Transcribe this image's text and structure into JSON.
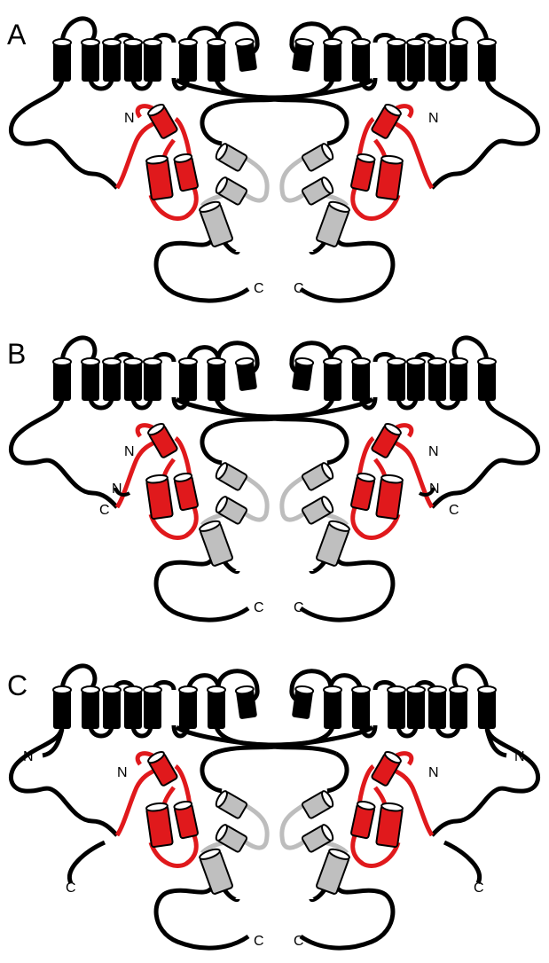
{
  "figure": {
    "panels": [
      {
        "letter": "A",
        "n_left": "N",
        "n_right": "N",
        "c_inner_left": "C",
        "c_inner_right": "C"
      },
      {
        "letter": "B",
        "n_left": "N",
        "n_right": "N",
        "n2_left": "N",
        "n2_right": "N",
        "c_outer_left": "C",
        "c_outer_right": "C",
        "c_inner_left": "C",
        "c_inner_right": "C"
      },
      {
        "letter": "C",
        "n_far_left": "N",
        "n_far_right": "N",
        "n_left": "N",
        "n_right": "N",
        "c_outer_left": "C",
        "c_outer_right": "C",
        "c_inner_left": "C",
        "c_inner_right": "C"
      }
    ],
    "colors": {
      "membrane_helix": "#000000",
      "red_domain": "#e0191c",
      "gray_domain": "#bfbfbf",
      "gray_linker": "#bdbdbd",
      "outline": "#000000"
    }
  }
}
